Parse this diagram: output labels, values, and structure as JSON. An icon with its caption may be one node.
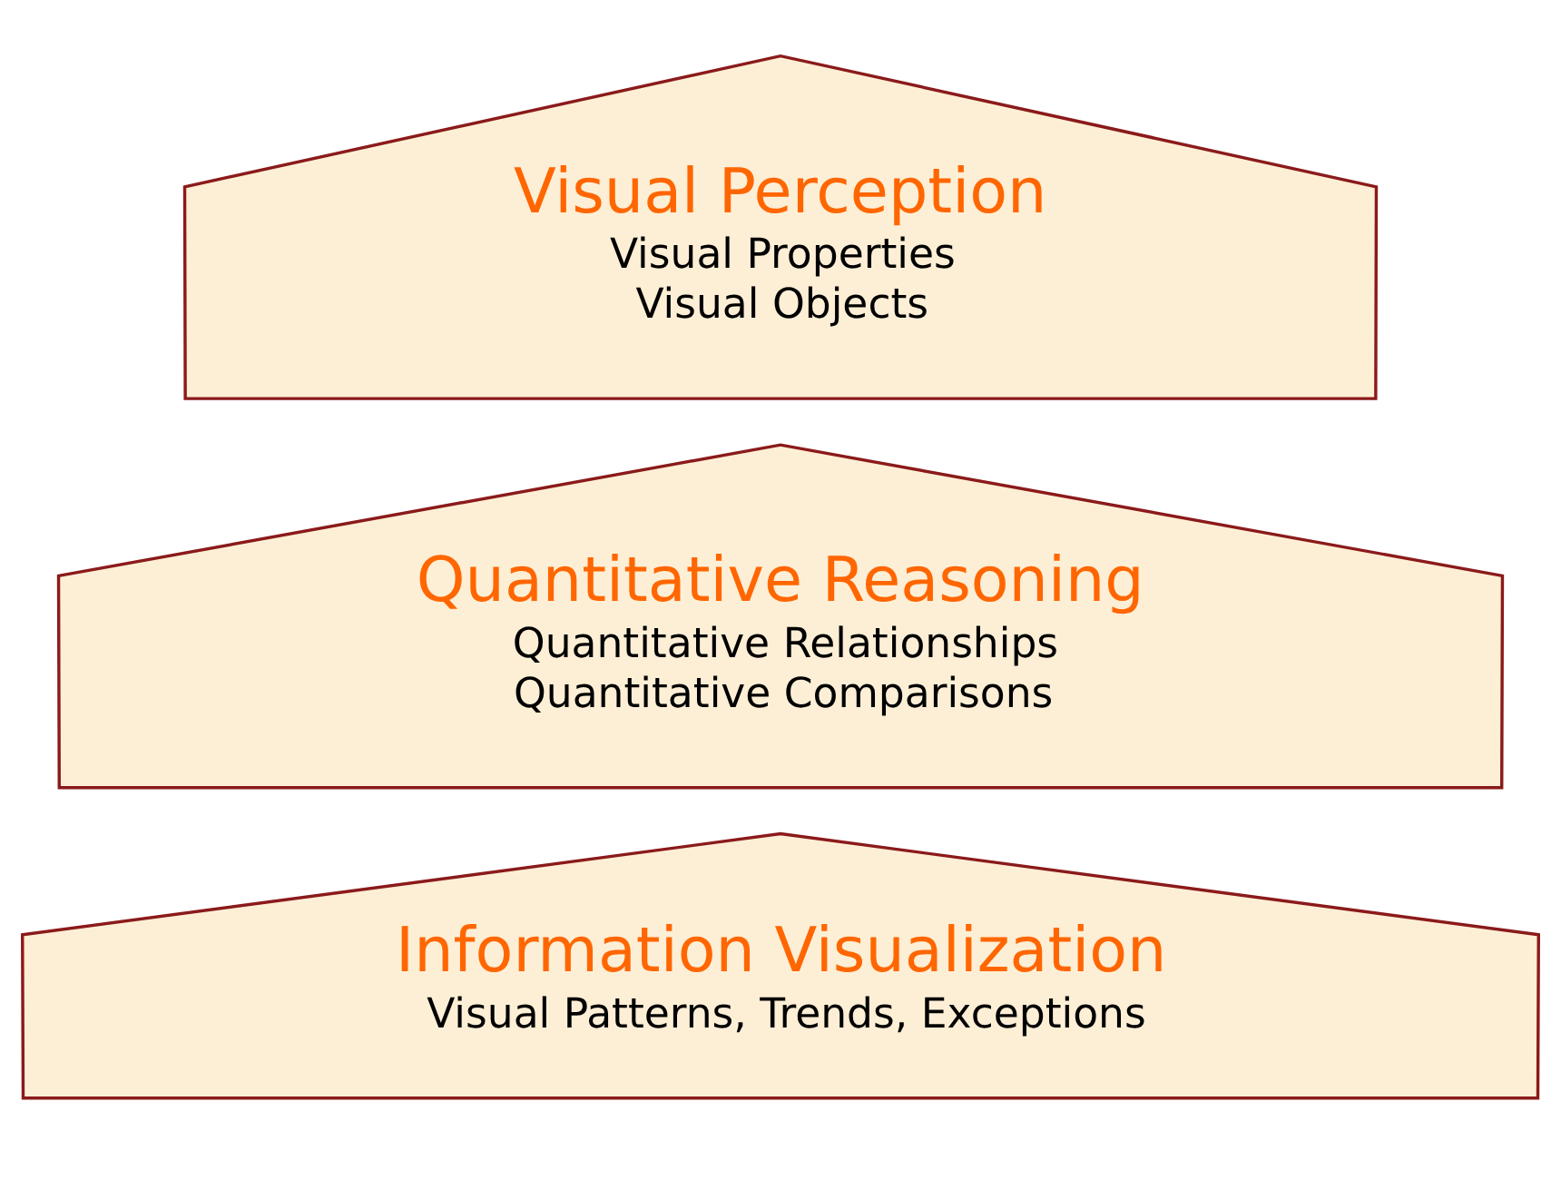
{
  "diagram": {
    "nodes": [
      {
        "text": [
          "Information Visualization",
          "Visual Patterns, Trends, Exceptions"
        ]
      },
      {
        "text": [
          "Quantitative Reasoning",
          "Quantitative Relationships",
          "Quantitative Comparisons"
        ]
      },
      {
        "text": [
          "Visual Perception",
          "Visual Properties",
          "Visual Objects"
        ]
      }
    ],
    "edges": []
  }
}
